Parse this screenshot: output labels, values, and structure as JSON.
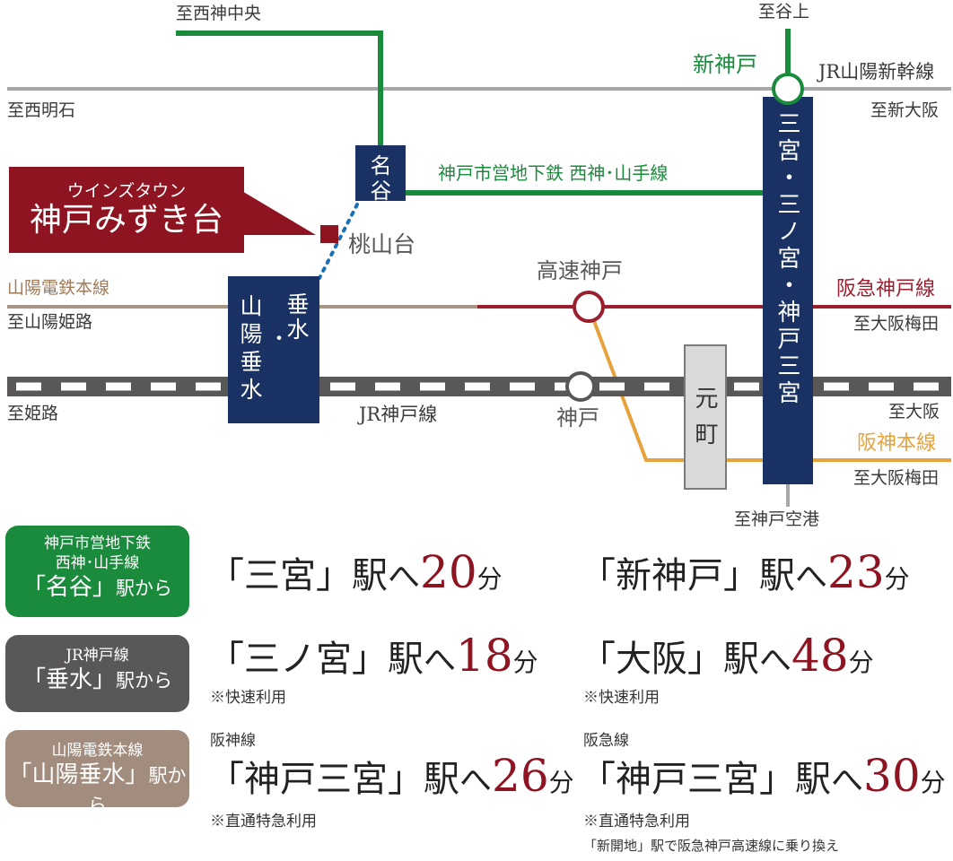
{
  "map": {
    "labels": {
      "to_seishin_chuo": "至西神中央",
      "to_tanigami": "至谷上",
      "to_nishi_akashi": "至西明石",
      "to_shin_osaka": "至新大阪",
      "shinkansen_line": "JR山陽新幹線",
      "shin_kobe": "新神戸",
      "subway_line": "神戸市営地下鉄 西神･山手線",
      "sanyo_line": "山陽電鉄本線",
      "to_sanyo_himeji": "至山陽姫路",
      "hankyu_line": "阪急神戸線",
      "to_osaka_umeda_1": "至大阪梅田",
      "kosoku_kobe": "高速神戸",
      "to_himeji": "至姫路",
      "jr_kobe_line": "JR神戸線",
      "kobe": "神戸",
      "to_osaka": "至大阪",
      "hanshin_line": "阪神本線",
      "to_osaka_umeda_2": "至大阪梅田",
      "to_kobe_airport": "至神戸空港",
      "momoyamadai": "桃山台"
    },
    "stations": {
      "myodani": "名谷",
      "tarumi": "垂水",
      "sanyo_tarumi": "山陽垂水",
      "sannomiya": "三宮・三ノ宮・神戸三宮",
      "motomachi": "元町"
    },
    "callout": {
      "line1": "ウインズタウン",
      "line2": "神戸みずき台"
    },
    "colors": {
      "subway": "#1a8a3c",
      "jr_gray": "#a7a7a7",
      "hankyu": "#9a1f2e",
      "sanyo": "#a89483",
      "hanshin": "#e8a23b",
      "navy": "#1a3263",
      "darkred": "#8e1421",
      "box_gray": "#595757",
      "box_brown": "#a28c7d"
    }
  },
  "routes": [
    {
      "from_line": "神戸市営地下鉄",
      "from_line2": "西神･山手線",
      "from_station": "「名谷」",
      "from_suffix": "駅から",
      "results": [
        {
          "station": "「三宮」駅",
          "he": "へ",
          "minutes": "20",
          "unit": "分",
          "note_above": "",
          "note_below": "",
          "note_extra": ""
        },
        {
          "station": "「新神戸」駅",
          "he": "へ",
          "minutes": "23",
          "unit": "分",
          "note_above": "",
          "note_below": "",
          "note_extra": ""
        }
      ]
    },
    {
      "from_line": "JR神戸線",
      "from_line2": "",
      "from_station": "「垂水」",
      "from_suffix": "駅から",
      "results": [
        {
          "station": "「三ノ宮」駅",
          "he": "へ",
          "minutes": "18",
          "unit": "分",
          "note_above": "",
          "note_below": "※快速利用",
          "note_extra": ""
        },
        {
          "station": "「大阪」駅",
          "he": "へ",
          "minutes": "48",
          "unit": "分",
          "note_above": "",
          "note_below": "※快速利用",
          "note_extra": ""
        }
      ]
    },
    {
      "from_line": "山陽電鉄本線",
      "from_line2": "",
      "from_station": "「山陽垂水」",
      "from_suffix": "駅から",
      "results": [
        {
          "station": "「神戸三宮」駅",
          "he": "へ",
          "minutes": "26",
          "unit": "分",
          "note_above": "阪神線",
          "note_below": "※直通特急利用",
          "note_extra": ""
        },
        {
          "station": "「神戸三宮」駅",
          "he": "へ",
          "minutes": "30",
          "unit": "分",
          "note_above": "阪急線",
          "note_below": "※直通特急利用",
          "note_extra": "「新開地」駅で阪急神戸高速線に乗り換え"
        }
      ]
    }
  ]
}
